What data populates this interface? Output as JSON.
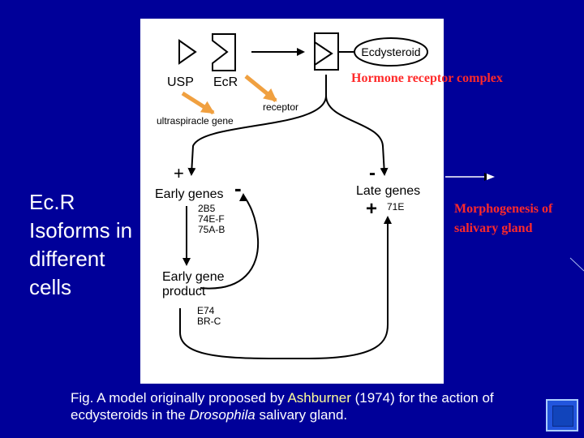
{
  "slide": {
    "side_title": "Ec.R Isoforms in different cells",
    "hormone_receptor_complex": "Hormone receptor complex",
    "morphogenesis": "Morphogenesis of salivary gland",
    "caption": {
      "part1": "Fig. A model originally proposed by ",
      "author": "Ashburner",
      "part2": " (1974) for the action of ecdysteroids in the ",
      "species": "Drosophila",
      "part3": " salivary gland."
    }
  },
  "diagram": {
    "usp": "USP",
    "ecr": "EcR",
    "ecdysteroid": "Ecdysteroid",
    "receptor": "receptor",
    "ultraspiracle": "ultraspiracle gene",
    "early_genes": "Early genes",
    "early_gene_list": [
      "2B5",
      "74E-F",
      "75A-B"
    ],
    "late_genes": "Late genes",
    "late_gene_id": "71E",
    "early_gene_product": [
      "Early gene",
      "product"
    ],
    "product_list": [
      "E74",
      "BR-C"
    ],
    "plus": "+",
    "minus": "-"
  },
  "colors": {
    "background": "#000099",
    "accent_red": "#ff2a2a",
    "pointer_orange": "#f0a040",
    "highlight_yellow": "#ffff99"
  }
}
